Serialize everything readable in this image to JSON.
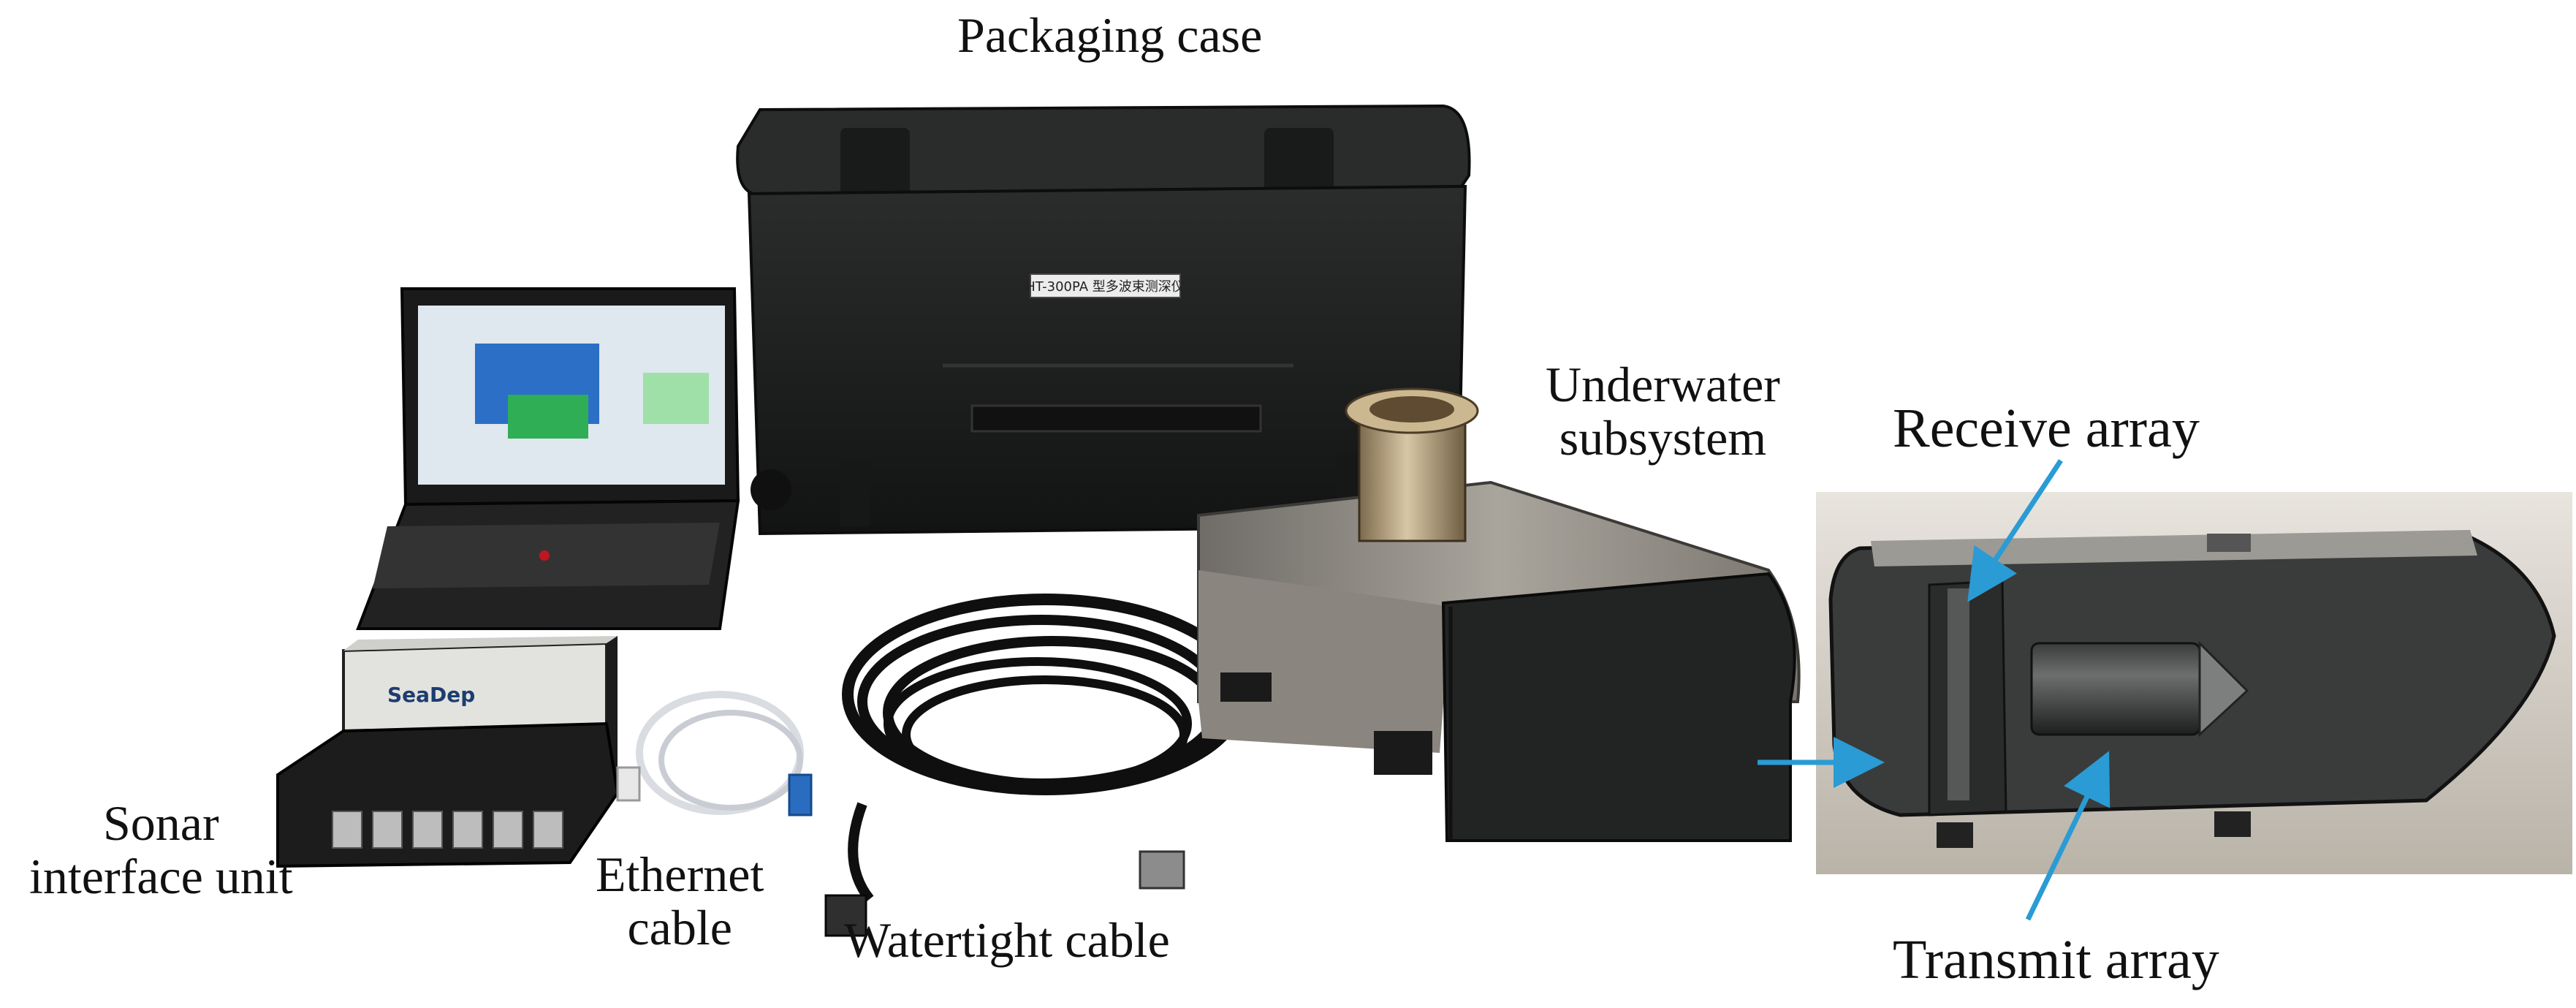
{
  "figure": {
    "labels": {
      "packaging_case": "Packaging case",
      "underwater_subsystem": [
        "Underwater",
        "subsystem"
      ],
      "receive_array": "Receive array",
      "transmit_array": "Transmit array",
      "sonar_interface_unit": [
        "Sonar",
        "interface unit"
      ],
      "ethernet_cable": [
        "Ethernet",
        "cable"
      ],
      "watertight_cable": "Watertight cable"
    },
    "device_text": {
      "case_plate": "HT-300PA 型多波束测深仪",
      "interface_brand": "SeaDep"
    },
    "colors": {
      "arrow": "#2a9bd4",
      "case": "#1e1f1f",
      "steel": "#8e8a83",
      "photo_bg": "#c9c4bb"
    }
  }
}
